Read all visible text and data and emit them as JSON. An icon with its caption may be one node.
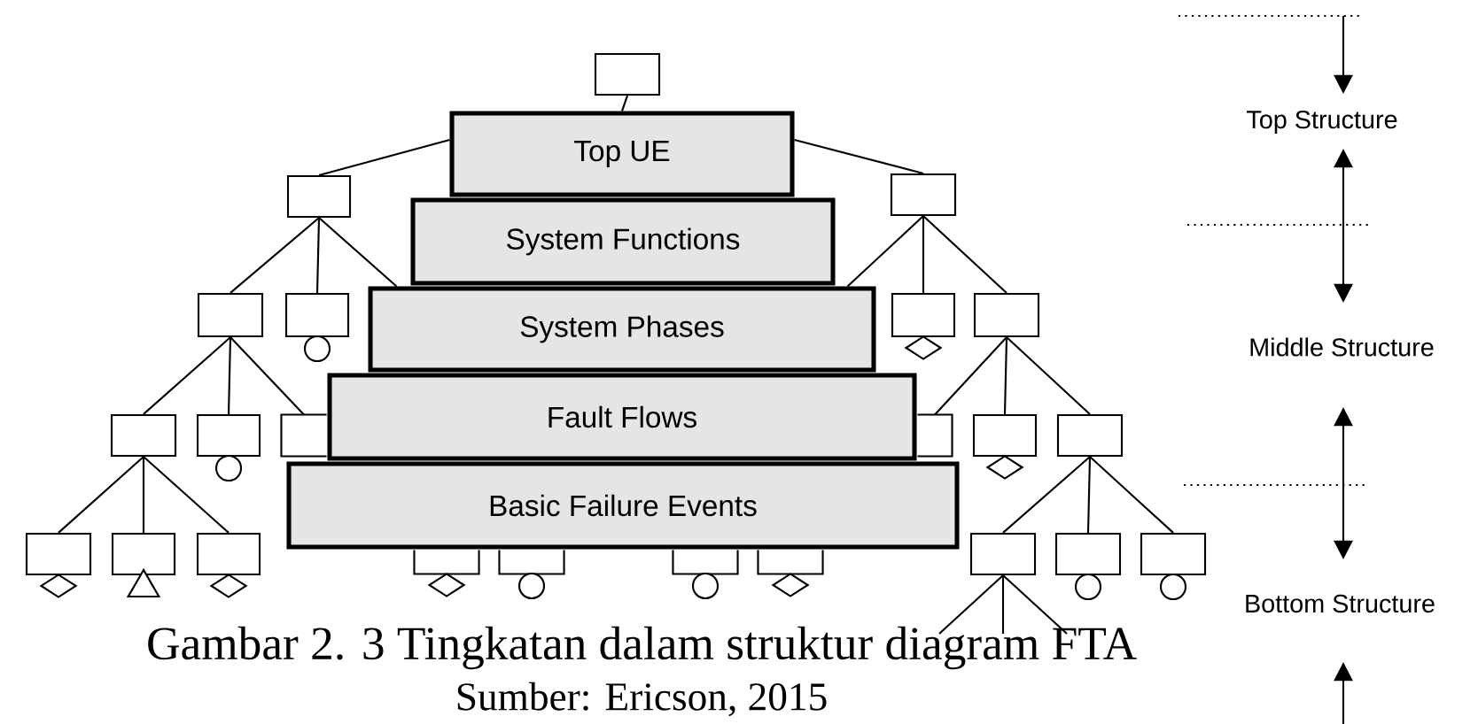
{
  "diagram": {
    "caption": "Gambar 2. 3 Tingkatan dalam struktur diagram FTA",
    "nodes": [
      {
        "text": [],
        "shape": "box"
      },
      {
        "text": [
          "Top UE"
        ]
      },
      {
        "text": [
          "System Functions"
        ]
      },
      {
        "text": [
          "System Phases"
        ]
      },
      {
        "text": [
          "Fault Flows"
        ]
      },
      {
        "text": [
          "Basic Failure Events"
        ]
      },
      {
        "text": [],
        "shape": "box"
      },
      {
        "text": [],
        "shape": "box"
      },
      {
        "text": [],
        "shape": "box"
      },
      {
        "text": [],
        "shape": "box"
      },
      {
        "text": [],
        "shape": "circle"
      },
      {
        "text": [],
        "shape": "box"
      },
      {
        "text": [],
        "shape": "diamond"
      },
      {
        "text": [],
        "shape": "box"
      },
      {
        "text": [],
        "shape": "box"
      },
      {
        "text": [],
        "shape": "box"
      },
      {
        "text": [],
        "shape": "circle"
      },
      {
        "text": [],
        "shape": "box"
      },
      {
        "text": [],
        "shape": "box"
      },
      {
        "text": [],
        "shape": "box"
      },
      {
        "text": [],
        "shape": "diamond"
      },
      {
        "text": [],
        "shape": "box"
      },
      {
        "text": [],
        "shape": "box"
      },
      {
        "text": [],
        "shape": "diamond"
      },
      {
        "text": [],
        "shape": "box"
      },
      {
        "text": [],
        "shape": "triangle"
      },
      {
        "text": [],
        "shape": "box"
      },
      {
        "text": [],
        "shape": "diamond"
      },
      {
        "text": [],
        "shape": "box"
      },
      {
        "text": [],
        "shape": "diamond"
      },
      {
        "text": [],
        "shape": "box"
      },
      {
        "text": [],
        "shape": "circle"
      },
      {
        "text": [],
        "shape": "box"
      },
      {
        "text": [],
        "shape": "circle"
      },
      {
        "text": [],
        "shape": "box"
      },
      {
        "text": [],
        "shape": "diamond"
      },
      {
        "text": [],
        "shape": "box"
      },
      {
        "text": [],
        "shape": "box"
      },
      {
        "text": [],
        "shape": "circle"
      },
      {
        "text": [],
        "shape": "box"
      },
      {
        "text": [],
        "shape": "circle"
      }
    ],
    "edges": [
      {
        "from": 0,
        "to": 1,
        "arrow": "none"
      },
      {
        "from": 1,
        "to": 6,
        "arrow": "none"
      },
      {
        "from": 1,
        "to": 7,
        "arrow": "none"
      },
      {
        "from": 6,
        "to": 8,
        "arrow": "none"
      },
      {
        "from": 6,
        "to": 9,
        "arrow": "none"
      },
      {
        "from": 6,
        "to": 3,
        "arrow": "none"
      },
      {
        "from": 7,
        "to": 3,
        "arrow": "none"
      },
      {
        "from": 7,
        "to": 11,
        "arrow": "none"
      },
      {
        "from": 7,
        "to": 13,
        "arrow": "none"
      },
      {
        "from": 8,
        "to": 14,
        "arrow": "none"
      },
      {
        "from": 8,
        "to": 15,
        "arrow": "none"
      },
      {
        "from": 8,
        "to": 17,
        "arrow": "none"
      },
      {
        "from": 13,
        "to": 18,
        "arrow": "none"
      },
      {
        "from": 13,
        "to": 19,
        "arrow": "none"
      },
      {
        "from": 13,
        "to": 21,
        "arrow": "none"
      },
      {
        "from": 14,
        "to": 22,
        "arrow": "none"
      },
      {
        "from": 14,
        "to": 24,
        "arrow": "none"
      },
      {
        "from": 14,
        "to": 26,
        "arrow": "none"
      },
      {
        "from": 21,
        "to": 36,
        "arrow": "none"
      },
      {
        "from": 21,
        "to": 37,
        "arrow": "none"
      },
      {
        "from": 21,
        "to": 39,
        "arrow": "none"
      },
      {
        "from": 36,
        "to": null,
        "arrow": "none"
      },
      {
        "from": 36,
        "to": null,
        "arrow": "none"
      },
      {
        "from": 36,
        "to": null,
        "arrow": "none"
      }
    ],
    "labels": [
      "Top Structure",
      "Middle Structure",
      "Bottom Structure",
      "Sumber: Ericson, 2015"
    ]
  }
}
